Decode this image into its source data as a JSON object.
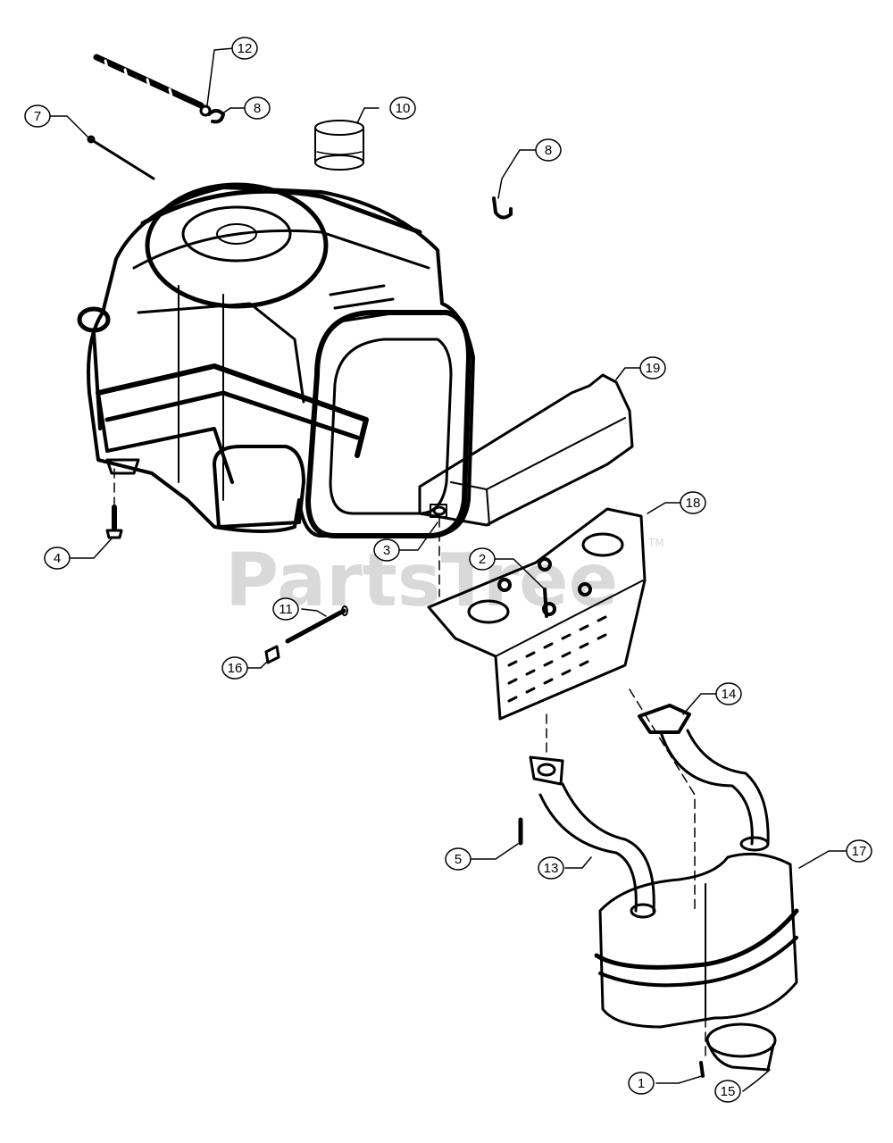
{
  "watermark": {
    "text": "PartsTree",
    "trademark": "TM"
  },
  "callouts": [
    {
      "id": "c12",
      "label": "12"
    },
    {
      "id": "c8a",
      "label": "8"
    },
    {
      "id": "c7",
      "label": "7"
    },
    {
      "id": "c10",
      "label": "10"
    },
    {
      "id": "c8b",
      "label": "8"
    },
    {
      "id": "c19",
      "label": "19"
    },
    {
      "id": "c18",
      "label": "18"
    },
    {
      "id": "c4",
      "label": "4"
    },
    {
      "id": "c3",
      "label": "3"
    },
    {
      "id": "c2",
      "label": "2"
    },
    {
      "id": "c11",
      "label": "11"
    },
    {
      "id": "c16",
      "label": "16"
    },
    {
      "id": "c14",
      "label": "14"
    },
    {
      "id": "c5",
      "label": "5"
    },
    {
      "id": "c13",
      "label": "13"
    },
    {
      "id": "c17",
      "label": "17"
    },
    {
      "id": "c1",
      "label": "1"
    },
    {
      "id": "c15",
      "label": "15"
    }
  ]
}
